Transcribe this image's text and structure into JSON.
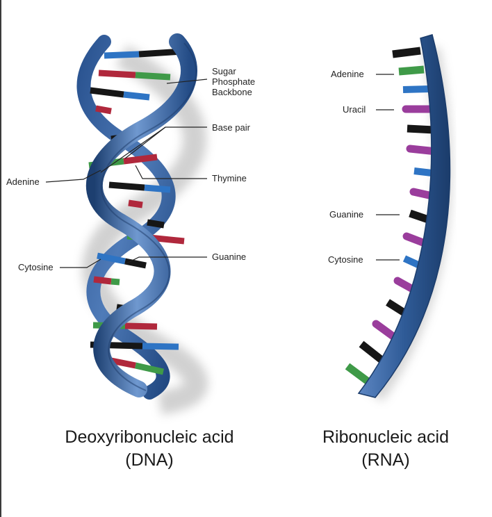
{
  "colors": {
    "backbone": "#2e5a96",
    "backbone_light": "#5d86c0",
    "backbone_dark": "#1d3f70",
    "adenine_green": "#3f9a48",
    "thymine_red": "#b0283c",
    "cytosine_blue": "#2e74c4",
    "guanine_black": "#161616",
    "uracil_purple": "#9a3d9c",
    "frame_border": "#3a3a3a"
  },
  "dna": {
    "labels": {
      "sugar_phosphate_backbone": "Sugar\nPhosphate\nBackbone",
      "base_pair": "Base pair",
      "adenine": "Adenine",
      "thymine": "Thymine",
      "cytosine": "Cytosine",
      "guanine": "Guanine"
    },
    "caption_line1": "Deoxyribonucleic acid",
    "caption_line2": "(DNA)"
  },
  "rna": {
    "labels": {
      "adenine": "Adenine",
      "uracil": "Uracil",
      "guanine": "Guanine",
      "cytosine": "Cytosine"
    },
    "caption_line1": "Ribonucleic acid",
    "caption_line2": "(RNA)"
  }
}
